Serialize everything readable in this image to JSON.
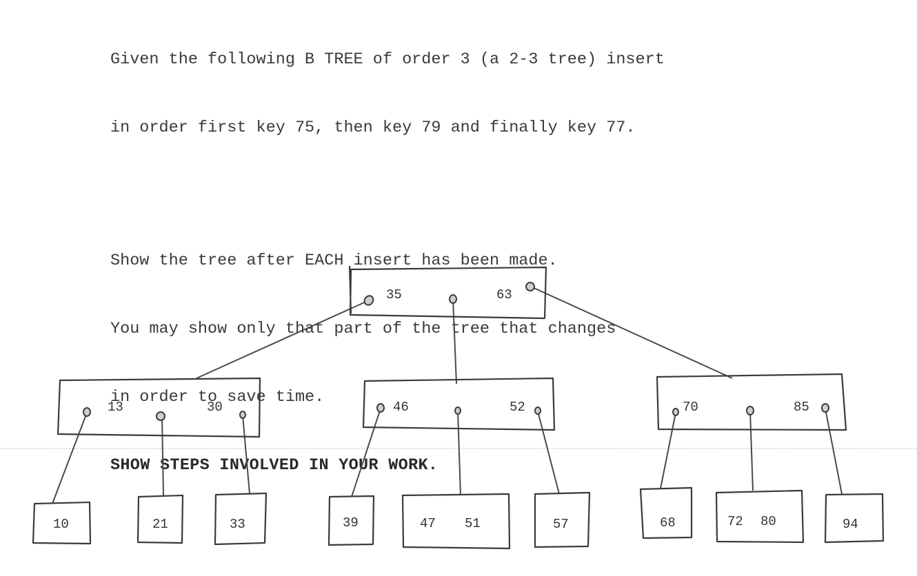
{
  "problem": {
    "line1": "Given the following B TREE of order 3 (a 2-3 tree) insert",
    "line2": "in order first key 75, then key 79 and finally key 77.",
    "line3": "Show the tree after EACH insert has been made.",
    "line4": "You may show only that part of the tree that changes",
    "line5": "in order to save time.",
    "line6": "SHOW STEPS INVOLVED IN YOUR WORK."
  },
  "tree": {
    "root": {
      "keys": [
        "35",
        "63"
      ]
    },
    "internal": [
      {
        "keys": [
          "13",
          "30"
        ]
      },
      {
        "keys": [
          "46",
          "52"
        ]
      },
      {
        "keys": [
          "70",
          "85"
        ]
      }
    ],
    "leaves": [
      {
        "keys": [
          "10"
        ]
      },
      {
        "keys": [
          "21"
        ]
      },
      {
        "keys": [
          "33"
        ]
      },
      {
        "keys": [
          "39"
        ]
      },
      {
        "keys": [
          "47",
          "51"
        ]
      },
      {
        "keys": [
          "57"
        ]
      },
      {
        "keys": [
          "68"
        ]
      },
      {
        "keys": [
          "72",
          "80"
        ]
      },
      {
        "keys": [
          "94"
        ]
      }
    ]
  }
}
